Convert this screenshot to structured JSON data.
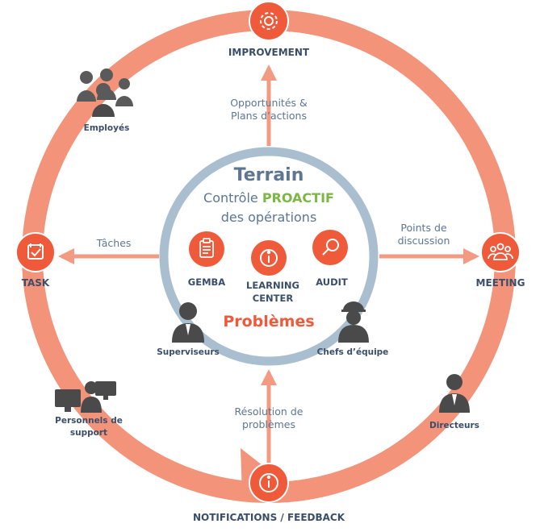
{
  "colors": {
    "ring": "#f3937a",
    "node": "#ee5a3a",
    "node_dark": "#e04a2a",
    "arrow": "#f39a82",
    "inner_ring": "#a9bfd0",
    "navy": "#3a4e6a",
    "slate": "#5d7692",
    "green": "#7bb742",
    "icon_gray": "#5a5a5a"
  },
  "nodes": {
    "improvement": {
      "label": "IMPROVEMENT",
      "icon": "gear-icon"
    },
    "task": {
      "label": "TASK",
      "icon": "checklist-icon"
    },
    "meeting": {
      "label": "MEETING",
      "icon": "group-icon"
    },
    "notifications": {
      "label": "NOTIFICATIONS / FEEDBACK",
      "icon": "info-icon"
    }
  },
  "arrows": {
    "top": [
      "Opportunités &",
      "Plans d’actions"
    ],
    "left": [
      "Tâches"
    ],
    "right": [
      "Points de",
      "discussion"
    ],
    "bottom": [
      "Résolution de",
      "problèmes"
    ]
  },
  "center": {
    "title": "Terrain",
    "line1_prefix": "Contrôle ",
    "line1_highlight": "PROACTIF",
    "line2": "des opérations",
    "tools": [
      {
        "label": "GEMBA",
        "icon": "clipboard-icon"
      },
      {
        "label": "LEARNING",
        "label2": "CENTER",
        "icon": "info-icon"
      },
      {
        "label": "AUDIT",
        "icon": "magnifier-icon"
      }
    ],
    "problems": "Problèmes"
  },
  "people": {
    "employes": "Employés",
    "superviseurs": "Superviseurs",
    "chefs": "Chefs d’équipe",
    "personnels": [
      "Personnels de",
      "support"
    ],
    "directeurs": "Directeurs"
  }
}
